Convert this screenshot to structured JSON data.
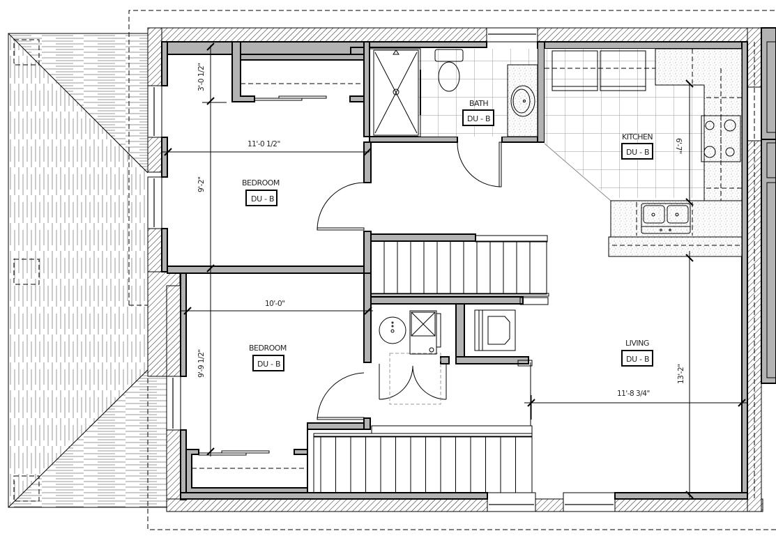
{
  "drawing": {
    "type": "architectural floor plan",
    "unit_tag": "DU - B"
  },
  "rooms": [
    {
      "id": "bedroom-1",
      "label": "BEDROOM",
      "tag": "DU - B"
    },
    {
      "id": "bath",
      "label": "BATH",
      "tag": "DU - B"
    },
    {
      "id": "kitchen",
      "label": "KITCHEN",
      "tag": "DU - B"
    },
    {
      "id": "bedroom-2",
      "label": "BEDROOM",
      "tag": "DU - B"
    },
    {
      "id": "living",
      "label": "LIVING",
      "tag": "DU - B"
    }
  ],
  "dimensions": {
    "closet_depth": "3'-0 1/2\"",
    "bedroom1_width": "11'-0 1/2\"",
    "bedroom1_depth": "9'-2\"",
    "bedroom2_width": "10'-0\"",
    "bedroom2_depth": "9'-9 1/2\"",
    "kitchen_depth": "6'-7\"",
    "living_width": "11'-8 3/4\"",
    "living_depth": "13'-2\""
  },
  "colors": {
    "wall_fill": "#b3b3b3",
    "line": "#000000",
    "grid": "#888888",
    "background": "#ffffff"
  }
}
